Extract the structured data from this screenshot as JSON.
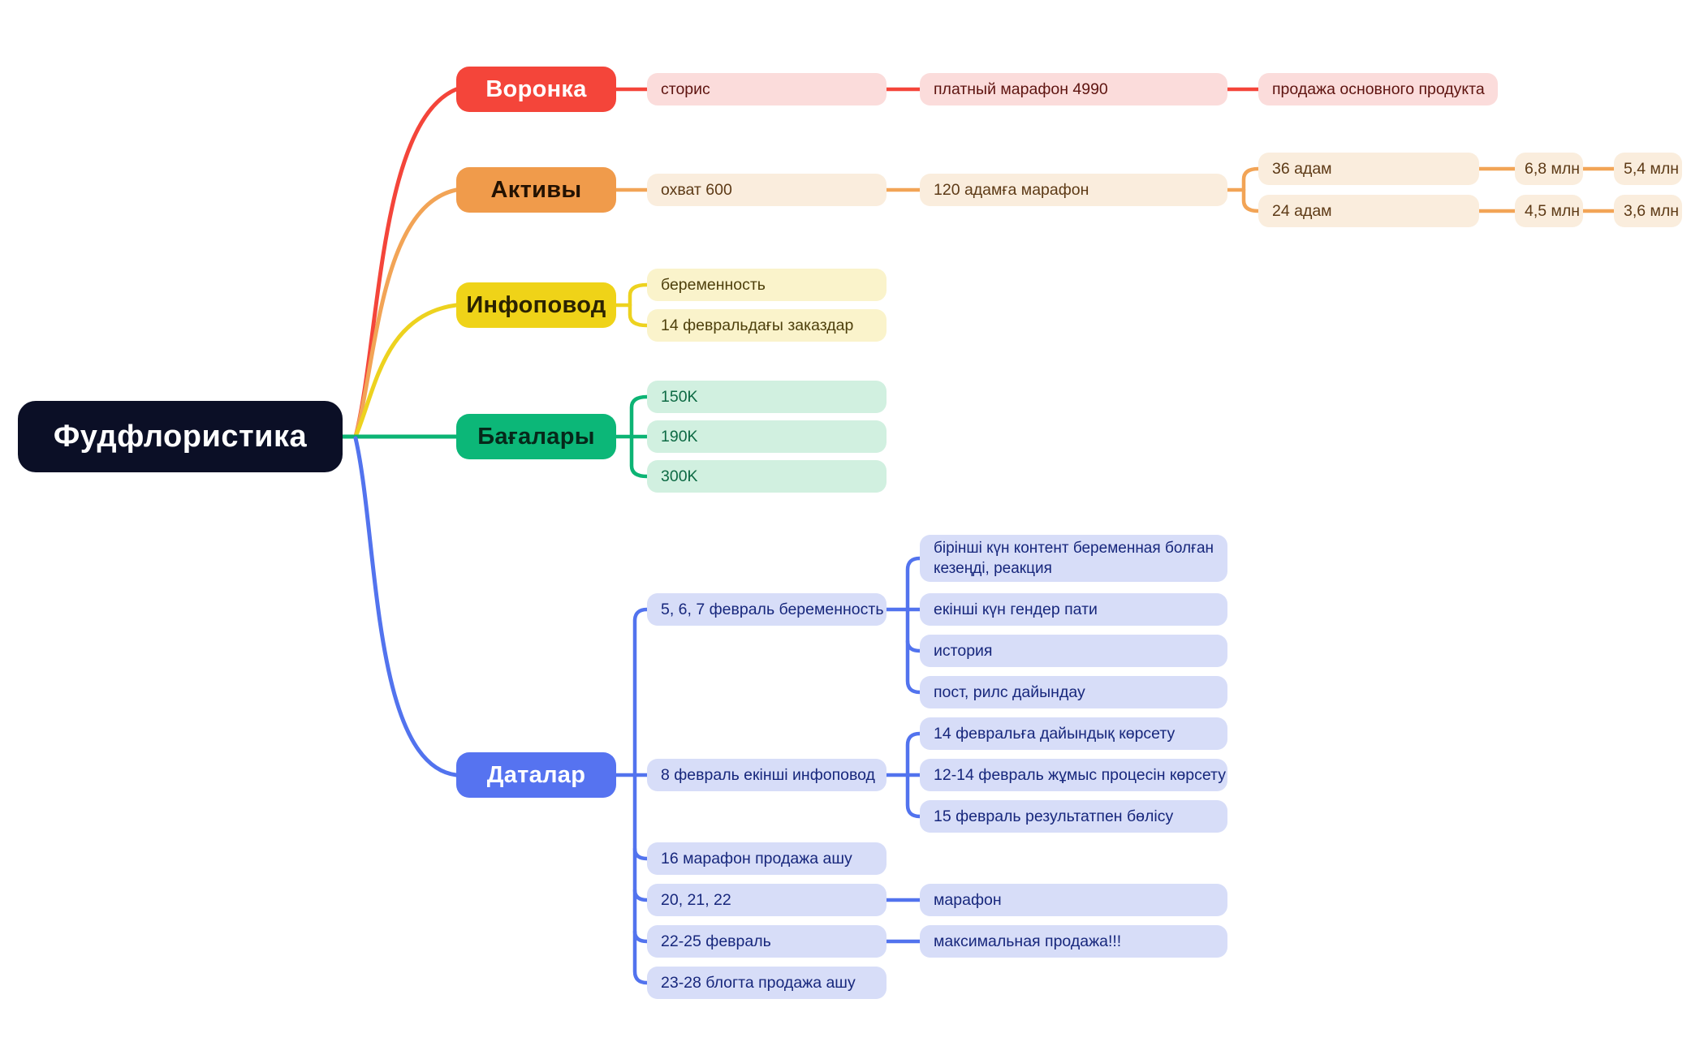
{
  "app": {
    "type": "mindmap",
    "background": "#FFFFFF"
  },
  "nodes": {
    "root": {
      "label": "Фудфлористика"
    },
    "voronka": {
      "label": "Воронка"
    },
    "storis": {
      "label": "сторис"
    },
    "platny_marafon": {
      "label": "платный марафон 4990"
    },
    "prodazha_osnovnogo": {
      "label": "продажа основного продукта"
    },
    "aktivy": {
      "label": "Активы"
    },
    "ohvat": {
      "label": "охват 600"
    },
    "marafon120": {
      "label": "120 адамға марафон"
    },
    "adam36": {
      "label": "36 адам"
    },
    "adam24": {
      "label": "24 адам"
    },
    "mln68": {
      "label": "6,8 млн"
    },
    "mln54": {
      "label": "5,4 млн"
    },
    "mln45": {
      "label": "4,5 млн"
    },
    "mln36": {
      "label": "3,6 млн"
    },
    "infopovod": {
      "label": "Инфоповод"
    },
    "beremennost": {
      "label": "беременность"
    },
    "zakazdar14": {
      "label": "14 февральдағы заказдар"
    },
    "bagalary": {
      "label": "Бағалары"
    },
    "k150": {
      "label": "150K"
    },
    "k190": {
      "label": "190K"
    },
    "k300": {
      "label": "300K"
    },
    "datalar": {
      "label": "Даталар"
    },
    "feb567": {
      "label": "5, 6, 7 февраль беременность"
    },
    "birinshi": {
      "label": "бірінші күн контент беременная болған\nкезеңді, реакция"
    },
    "ekinshi": {
      "label": "екінші күн гендер пати"
    },
    "istoriya": {
      "label": "история"
    },
    "post_rils": {
      "label": "пост, рилс дайындау"
    },
    "feb14": {
      "label": "14 февральға дайындық көрсету"
    },
    "feb8": {
      "label": "8 февраль екінші инфоповод"
    },
    "feb1214": {
      "label": "12-14 февраль жұмыс процесін көрсету"
    },
    "feb15": {
      "label": "15 февраль результатпен бөлісу"
    },
    "feb16": {
      "label": "16 марафон продажа ашу"
    },
    "feb202122": {
      "label": "20, 21, 22"
    },
    "marafon_node": {
      "label": "марафон"
    },
    "feb2225": {
      "label": "22-25 февраль"
    },
    "max_prodazha": {
      "label": "максимальная продажа!!!"
    },
    "feb2328": {
      "label": "23-28 блогта продажа ашу"
    }
  },
  "palette": {
    "canvas": "#FFFFFF",
    "root": {
      "main": "#0B0F26",
      "text": "#FFFFFF"
    },
    "red": {
      "main": "#F4453A",
      "line": "#F4453A",
      "light": "#FBDCDB",
      "tl": "#5E1410",
      "tm": "#FFFFFF"
    },
    "orange": {
      "main": "#F09B4B",
      "line": "#F2A456",
      "light": "#FAEDDD",
      "tl": "#5D3A16",
      "tm": "#231202"
    },
    "yellow": {
      "main": "#EFD318",
      "line": "#EDD21F",
      "light": "#FAF3CB",
      "tl": "#4E400C",
      "tm": "#2A2202"
    },
    "green": {
      "main": "#0CB778",
      "line": "#0CB474",
      "light": "#D1F0E0",
      "tl": "#0D6A44",
      "tm": "#06281A"
    },
    "blue": {
      "main": "#5673F0",
      "line": "#5273EE",
      "light": "#D7DDF8",
      "tl": "#17277C",
      "tm": "#FFFFFF"
    }
  }
}
